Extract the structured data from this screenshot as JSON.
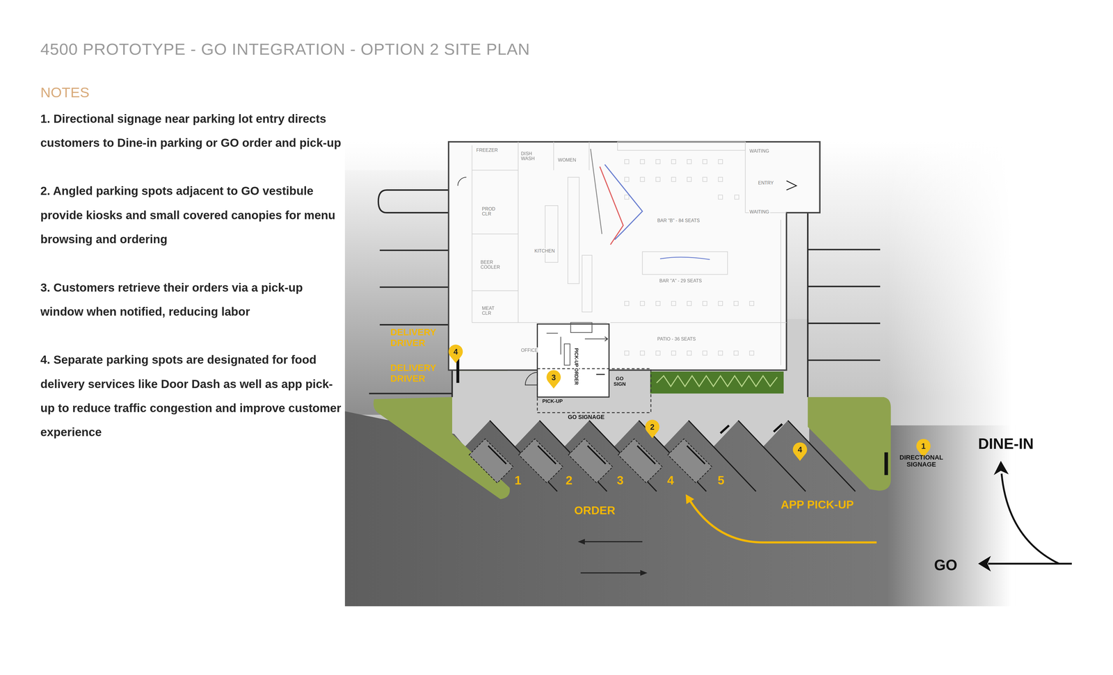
{
  "diagram": {
    "title": "4500 PROTOTYPE - GO INTEGRATION - OPTION 2 SITE PLAN",
    "labels": [
      "NOTES",
      "1. Directional signage near parking lot entry directs customers to Dine-in parking or GO order and pick-up",
      "2. Angled parking spots adjacent to GO vestibule provide kiosks and small covered canopies for menu browsing and ordering",
      "3. Customers retrieve their orders via a pick-up window when notified, reducing labor",
      "4. Separate parking spots are designated for food delivery services like Door Dash as well as app pick-up to reduce traffic congestion and improve customer experience",
      "DELIVERY DRIVER",
      "DELIVERY DRIVER",
      "4",
      "3",
      "PICK-UP ORDER",
      "GO SIGN",
      "PICK-UP",
      "GO SIGNAGE",
      "2",
      "4",
      "1",
      "DIRECTIONAL SIGNAGE",
      "1",
      "2",
      "3",
      "4",
      "5",
      "ORDER",
      "APP PICK-UP",
      "DINE-IN",
      "GO",
      "FREEZER",
      "DISH WASH",
      "WOMEN",
      "WAITING",
      "ENTRY",
      "WAITING",
      "PROD CLR",
      "KITCHEN",
      "BEER COOLER",
      "MEAT CLR",
      "OFFICE",
      "BAR \"B\" - 84 SEATS",
      "BAR \"A\" - 29 SEATS",
      "PATIO - 36 SEATS"
    ]
  }
}
